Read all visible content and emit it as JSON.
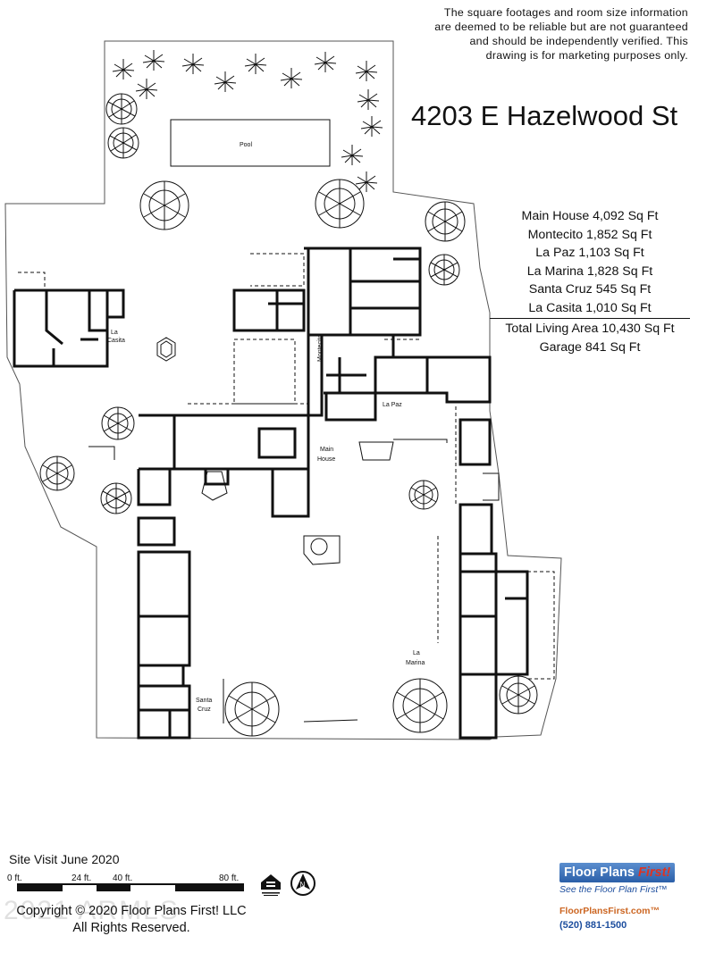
{
  "disclaimer": [
    "The square footages and room size information",
    "are deemed to be reliable but are not guaranteed",
    "and should be independently verified. This",
    "drawing is for marketing purposes only."
  ],
  "address": "4203 E Hazelwood St",
  "square_footage": {
    "items": [
      "Main House 4,092 Sq Ft",
      "Montecito 1,852 Sq Ft",
      "La Paz 1,103 Sq Ft",
      "La Marina 1,828 Sq Ft",
      "Santa Cruz 545 Sq Ft",
      "La Casita 1,010 Sq Ft"
    ],
    "total": "Total Living Area 10,430 Sq Ft",
    "garage": "Garage 841 Sq Ft"
  },
  "rooms": {
    "pool": "Pool",
    "la_casita_1": "La",
    "la_casita_2": "Casita",
    "montecito": "Montecito",
    "la_paz": "La Paz",
    "main_house_1": "Main",
    "main_house_2": "House",
    "santa_cruz_1": "Santa",
    "santa_cruz_2": "Cruz",
    "la_marina_1": "La",
    "la_marina_2": "Marina"
  },
  "site_visit": "Site Visit June 2020",
  "scale": {
    "labels": [
      "0 ft.",
      "24 ft.",
      "40 ft.",
      "80 ft."
    ],
    "colors": [
      "#111111",
      "#ffffff",
      "#111111",
      "#ffffff",
      "#111111"
    ]
  },
  "copyright": {
    "line1": "Copyright © 2020 Floor Plans First! LLC",
    "line2": "All Rights Reserved."
  },
  "watermark": "2021 ARMLS",
  "logo": {
    "brand": "Floor Plans ",
    "brand_accent": "First!",
    "tagline": "See the Floor Plan First™",
    "website": "FloorPlansFirst.com™",
    "phone": "(520) 881-1500"
  },
  "colors": {
    "line": "#111111",
    "accent_blue": "#1d4e9e",
    "accent_orange": "#cc6622"
  }
}
